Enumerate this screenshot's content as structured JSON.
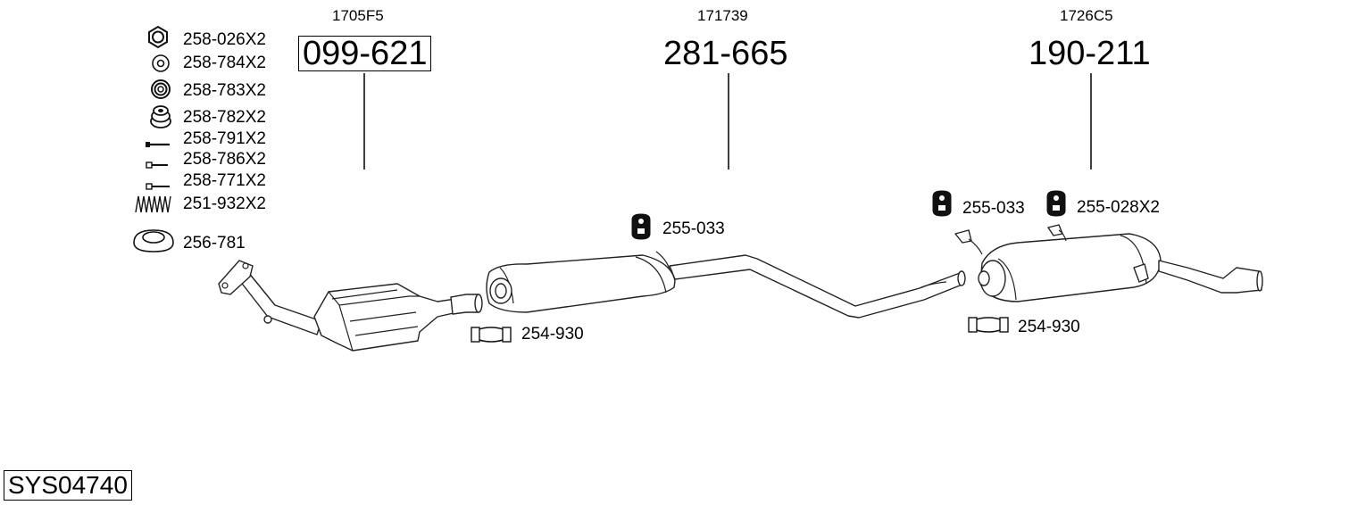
{
  "system_code": "SYS04740",
  "main_parts": [
    {
      "oe": "1705F5",
      "number": "099-621"
    },
    {
      "oe": "171739",
      "number": "281-665"
    },
    {
      "oe": "1726C5",
      "number": "190-211"
    }
  ],
  "hardware": [
    {
      "label": "258-026X2",
      "icon": "hex-nut-icon"
    },
    {
      "label": "258-784X2",
      "icon": "washer-icon"
    },
    {
      "label": "258-783X2",
      "icon": "spring-washer-icon"
    },
    {
      "label": "258-782X2",
      "icon": "stacked-washer-icon"
    },
    {
      "label": "258-791X2",
      "icon": "bolt-icon"
    },
    {
      "label": "258-786X2",
      "icon": "bolt-icon"
    },
    {
      "label": "258-771X2",
      "icon": "bolt-icon"
    },
    {
      "label": "251-932X2",
      "icon": "spring-icon"
    },
    {
      "label": "256-781",
      "icon": "gasket-ring-icon"
    }
  ],
  "hangers": [
    {
      "label": "255-033",
      "icon": "rubber-hanger-icon"
    },
    {
      "label": "255-033",
      "icon": "rubber-hanger-icon"
    },
    {
      "label": "255-028X2",
      "icon": "rubber-hanger-icon"
    }
  ],
  "clamps": [
    {
      "label": "254-930",
      "icon": "pipe-clamp-icon"
    },
    {
      "label": "254-930",
      "icon": "pipe-clamp-icon"
    }
  ]
}
